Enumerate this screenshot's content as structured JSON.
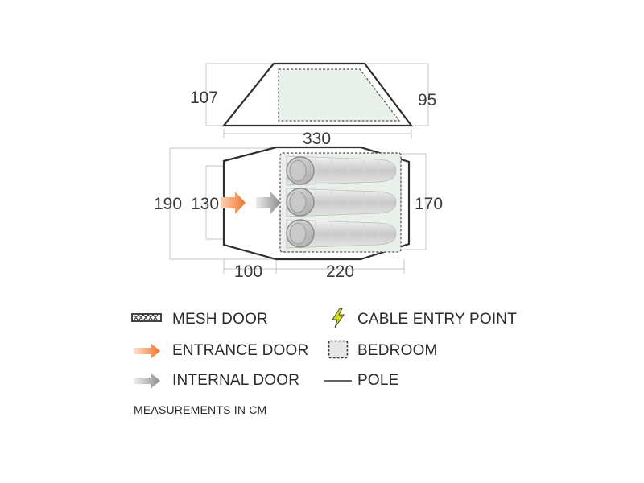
{
  "dimensions": {
    "side_left_height": "107",
    "side_right_height": "95",
    "length_total": "330",
    "width_total": "190",
    "door_width": "130",
    "inner_width": "170",
    "porch_length": "100",
    "inner_length": "220"
  },
  "legend": {
    "mesh_door": "MESH DOOR",
    "entrance_door": "ENTRANCE DOOR",
    "internal_door": "INTERNAL DOOR",
    "cable_entry_point": "CABLE ENTRY POINT",
    "bedroom": "BEDROOM",
    "pole": "POLE"
  },
  "footnote": "MEASUREMENTS IN CM",
  "colors": {
    "entrance_arrow": "#f0742c",
    "internal_arrow": "#8c8c8c",
    "bedroom_fill": "#e9efe9",
    "cable_icon": "#d8dd22",
    "outline": "#2f2f2f",
    "dimension_line": "#bdbdbd"
  }
}
